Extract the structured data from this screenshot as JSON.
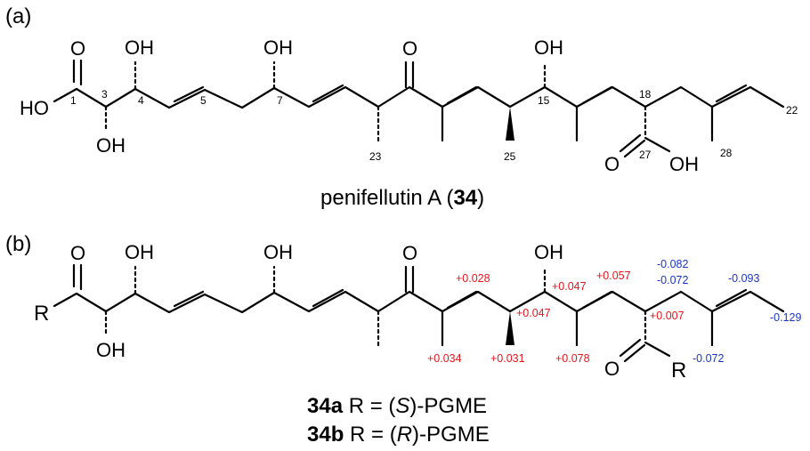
{
  "panels": {
    "a": "(a)",
    "b": "(b)"
  },
  "atoms": {
    "oh": "OH",
    "ho": "HO",
    "o": "O",
    "r": "R"
  },
  "numbers": {
    "c1": "1",
    "c3": "3",
    "c4": "4",
    "c5": "5",
    "c7": "7",
    "c15": "15",
    "c18": "18",
    "c22": "22",
    "c23": "23",
    "c25": "25",
    "c27": "27",
    "c28": "28"
  },
  "caption_a": {
    "name": "penifellutin A (",
    "compound": "34",
    "close": ")"
  },
  "caption_b": {
    "line1_compound": "34a",
    "line1_prefix": " R = (",
    "line1_config": "S",
    "line1_suffix": ")-PGME",
    "line2_compound": "34b",
    "line2_prefix": " R = (",
    "line2_config": "R",
    "line2_suffix": ")-PGME"
  },
  "delta_values": {
    "d1": "+0.028",
    "d2": "+0.047",
    "d3": "+0.057",
    "d4": "+0.047",
    "d5": "+0.007",
    "d6": "+0.034",
    "d7": "+0.031",
    "d8": "+0.078",
    "d9": "-0.082",
    "d10": "-0.072",
    "d11": "-0.093",
    "d12": "-0.129",
    "d13": "-0.072"
  },
  "colors": {
    "positive": "#e8141c",
    "negative": "#1a36c9"
  }
}
